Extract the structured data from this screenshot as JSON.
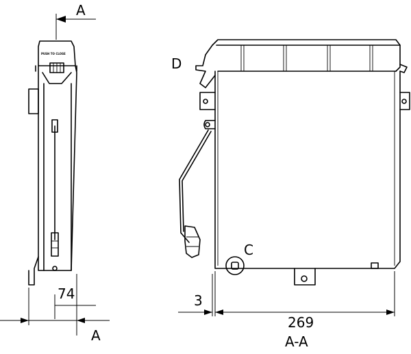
{
  "labels": {
    "section_top": "A",
    "section_bottom": "A",
    "detail_d": "D",
    "detail_c": "C",
    "dim_width_side": "74",
    "dim_offset": "3",
    "dim_width_front": "269",
    "section_caption": "A-A",
    "handle_text": "PUSH TO CLOSE"
  }
}
